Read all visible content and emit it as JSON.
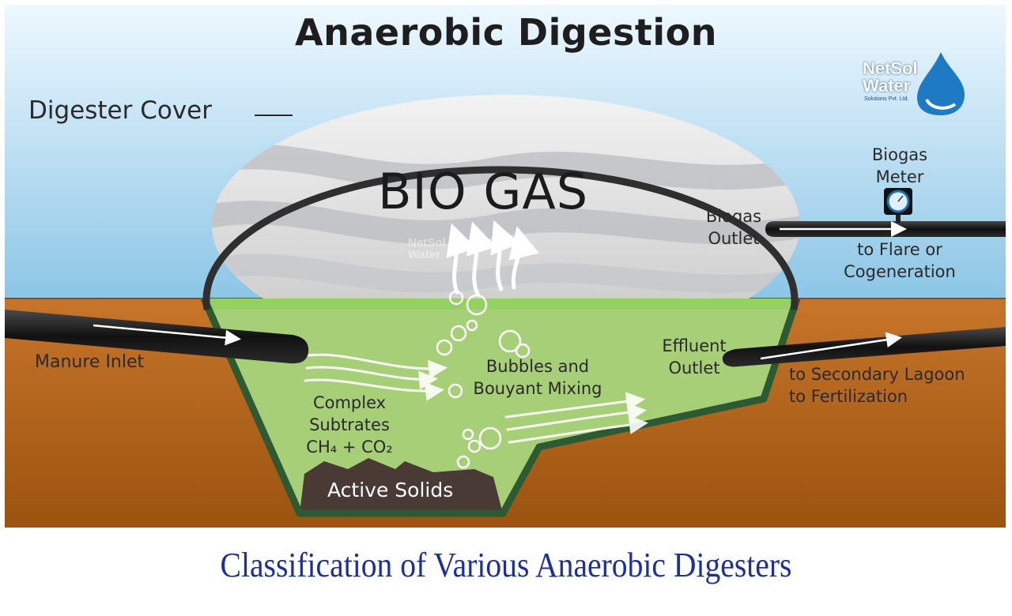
{
  "title": "Anaerobic Digestion",
  "bio_gas": "BIO GAS",
  "labels": {
    "digester_cover": "Digester Cover",
    "biogas_meter_1": "Biogas",
    "biogas_meter_2": "Meter",
    "biogas_outlet_1": "Biogas",
    "biogas_outlet_2": "Outlet",
    "flare_1": "to Flare or",
    "flare_2": "Cogeneration",
    "manure_inlet": "Manure Inlet",
    "effluent_1": "Effluent",
    "effluent_2": "Outlet",
    "lagoon_1": "to Secondary Lagoon",
    "lagoon_2": "to Fertilization",
    "bubbles_1": "Bubbles and",
    "bubbles_2": "Bouyant Mixing",
    "complex_1": "Complex",
    "complex_2": "Subtrates",
    "complex_3": "CH₄ + CO₂",
    "active_solids": "Active Solids"
  },
  "logo": {
    "line1": "NetSol",
    "line2": "Water",
    "sub": "Solutions Pvt. Ltd."
  },
  "caption": "Classification of Various Anaerobic Digesters",
  "colors": {
    "sky": "#a9d4ea",
    "soil": "#b1641b",
    "liquid": "#a9d07a",
    "digester_wall": "#2b5a33",
    "cover": "#2f2f2f",
    "caption": "#1b2fa0"
  }
}
